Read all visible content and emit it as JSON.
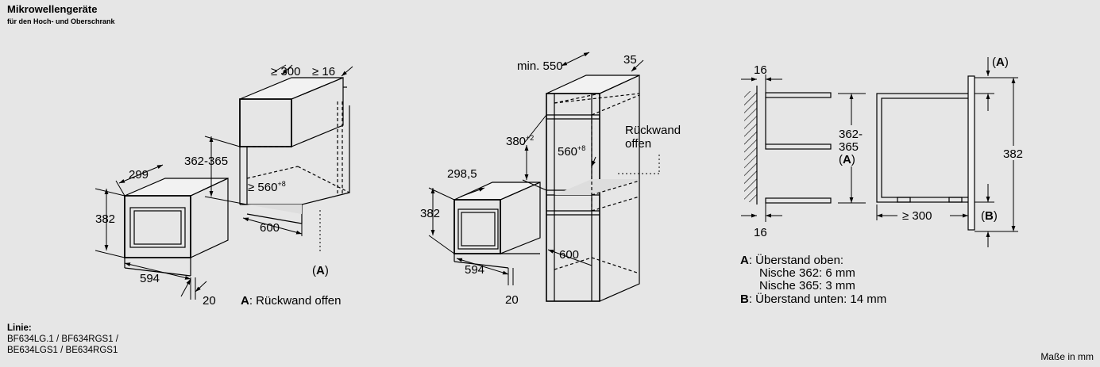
{
  "header": {
    "title": "Mikrowellengeräte",
    "subtitle": "für den Hoch- und Oberschrank"
  },
  "figure1": {
    "dim_depth_top": "≥ 300",
    "dim_panel": "≥ 16",
    "dim_niche_height": "362-365",
    "dim_niche_depth": "≥ 560",
    "dim_niche_depth_sup": "+8",
    "dim_niche_width": "600",
    "dim_device_depth": "299",
    "dim_device_height": "382",
    "dim_device_width": "594",
    "dim_front_depth": "20",
    "label_a": "A",
    "legend_key": "A",
    "legend_text": ": Rückwand offen"
  },
  "figure2": {
    "dim_depth_top": "min. 550",
    "dim_panel": "35",
    "dim_niche_height": "380",
    "dim_niche_height_sup": "+2",
    "dim_niche_depth": "560",
    "dim_niche_depth_sup": "+8",
    "label_back_line1": "Rückwand",
    "label_back_line2": "offen",
    "dim_device_depth": "298,5",
    "dim_device_height": "382",
    "dim_device_width": "594",
    "dim_front_depth": "20",
    "dim_inner_width": "600"
  },
  "figure3": {
    "dim_panel_top": "16",
    "dim_panel_bottom": "16",
    "dim_niche_height_line1": "362-",
    "dim_niche_height_line2": "365",
    "dim_niche_height_line3": "A",
    "dim_depth": "≥ 300",
    "dim_total_height": "382",
    "label_a": "A",
    "label_b": "B"
  },
  "legend3": {
    "a_key": "A",
    "a_text": ": Überstand oben:",
    "a_line2": "Nische 362: 6 mm",
    "a_line3": "Nische 365: 3 mm",
    "b_key": "B",
    "b_text": ": Überstand unten: 14 mm"
  },
  "footer": {
    "linie_label": "Linie:",
    "linie_line1": "BF634LG.1 / BF634RGS1 /",
    "linie_line2": "BE634LGS1 / BE634RGS1",
    "units": "Maße in mm"
  }
}
